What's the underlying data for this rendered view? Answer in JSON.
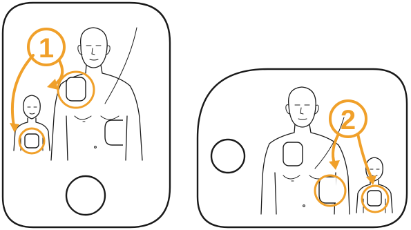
{
  "colors": {
    "accent": "#f0a02a",
    "line": "#1a1a1a",
    "background": "#ffffff"
  },
  "pad1": {
    "step_number": "1",
    "icon": "defibrillator-pad-1"
  },
  "pad2": {
    "step_number": "2",
    "icon": "defibrillator-pad-2"
  }
}
